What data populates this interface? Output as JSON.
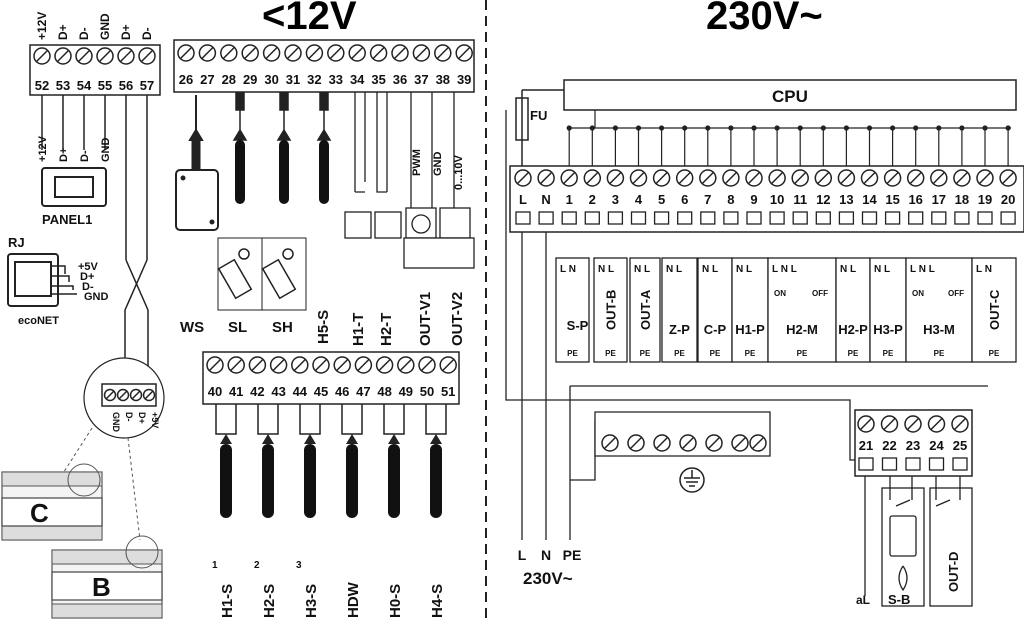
{
  "headings": {
    "low_voltage": "<12V",
    "high_voltage": "230V~"
  },
  "panel1_block": {
    "top_labels": [
      "+12V",
      "D+",
      "D-",
      "GND",
      "D+",
      "D-"
    ],
    "terminals": [
      "52",
      "53",
      "54",
      "55",
      "56",
      "57"
    ],
    "wire_labels": [
      "+12V",
      "D+",
      "D-",
      "GND"
    ],
    "device_label": "PANEL1"
  },
  "econet": {
    "title": "RJ",
    "pins": [
      "+5V",
      "D+",
      "D-",
      "GND"
    ],
    "device_label": "ecoNET"
  },
  "bus_connector": {
    "pins": [
      "GND",
      "D-",
      "D+",
      "+5V"
    ]
  },
  "modules": {
    "c_label": "C",
    "b_label": "B"
  },
  "terminal_block_upper": {
    "terminals": [
      "26",
      "27",
      "28",
      "29",
      "30",
      "31",
      "32",
      "33",
      "34",
      "35",
      "36",
      "37",
      "38",
      "39"
    ],
    "pin_labels": [
      "PWM",
      "GND",
      "0...10V"
    ],
    "bottom_labels": [
      "WS",
      "SL",
      "SH",
      "H5-S",
      "H1-T",
      "H2-T",
      "OUT-V1",
      "OUT-V2"
    ]
  },
  "terminal_block_lower": {
    "terminals": [
      "40",
      "41",
      "42",
      "43",
      "44",
      "45",
      "46",
      "47",
      "48",
      "49",
      "50",
      "51"
    ],
    "bottom_labels": [
      "H1-S",
      "H2-S",
      "H3-S",
      "HDW",
      "H0-S",
      "H4-S"
    ],
    "circuit_numbers": [
      "1",
      "2",
      "3"
    ]
  },
  "cpu_block": {
    "label": "CPU",
    "fuse_label": "FU"
  },
  "terminal_block_230": {
    "terminals": [
      "L",
      "N",
      "1",
      "2",
      "3",
      "4",
      "5",
      "6",
      "7",
      "8",
      "9",
      "10",
      "11",
      "12",
      "13",
      "14",
      "15",
      "16",
      "17",
      "18",
      "19",
      "20"
    ],
    "outputs": [
      {
        "name": "S-P",
        "top": "L N"
      },
      {
        "name": "OUT-B",
        "top": "N L"
      },
      {
        "name": "OUT-A",
        "top": "N L"
      },
      {
        "name": "Z-P",
        "top": "N L"
      },
      {
        "name": "C-P",
        "top": "N L"
      },
      {
        "name": "H1-P",
        "top": "N L"
      },
      {
        "name": "H2-M",
        "top": "L N L"
      },
      {
        "name": "H2-P",
        "top": "N L"
      },
      {
        "name": "H3-P",
        "top": "N L"
      },
      {
        "name": "H3-M",
        "top": "L N L"
      },
      {
        "name": "OUT-C",
        "top": "L N"
      }
    ],
    "pe_label": "PE",
    "on_label": "ON",
    "off_label": "OFF"
  },
  "mains": {
    "labels": [
      "L",
      "N",
      "PE"
    ],
    "voltage": "230V~"
  },
  "small_block": {
    "terminals": [
      "21",
      "22",
      "23",
      "24",
      "25"
    ],
    "labels": [
      "aL",
      "S-B",
      "OUT-D"
    ]
  }
}
